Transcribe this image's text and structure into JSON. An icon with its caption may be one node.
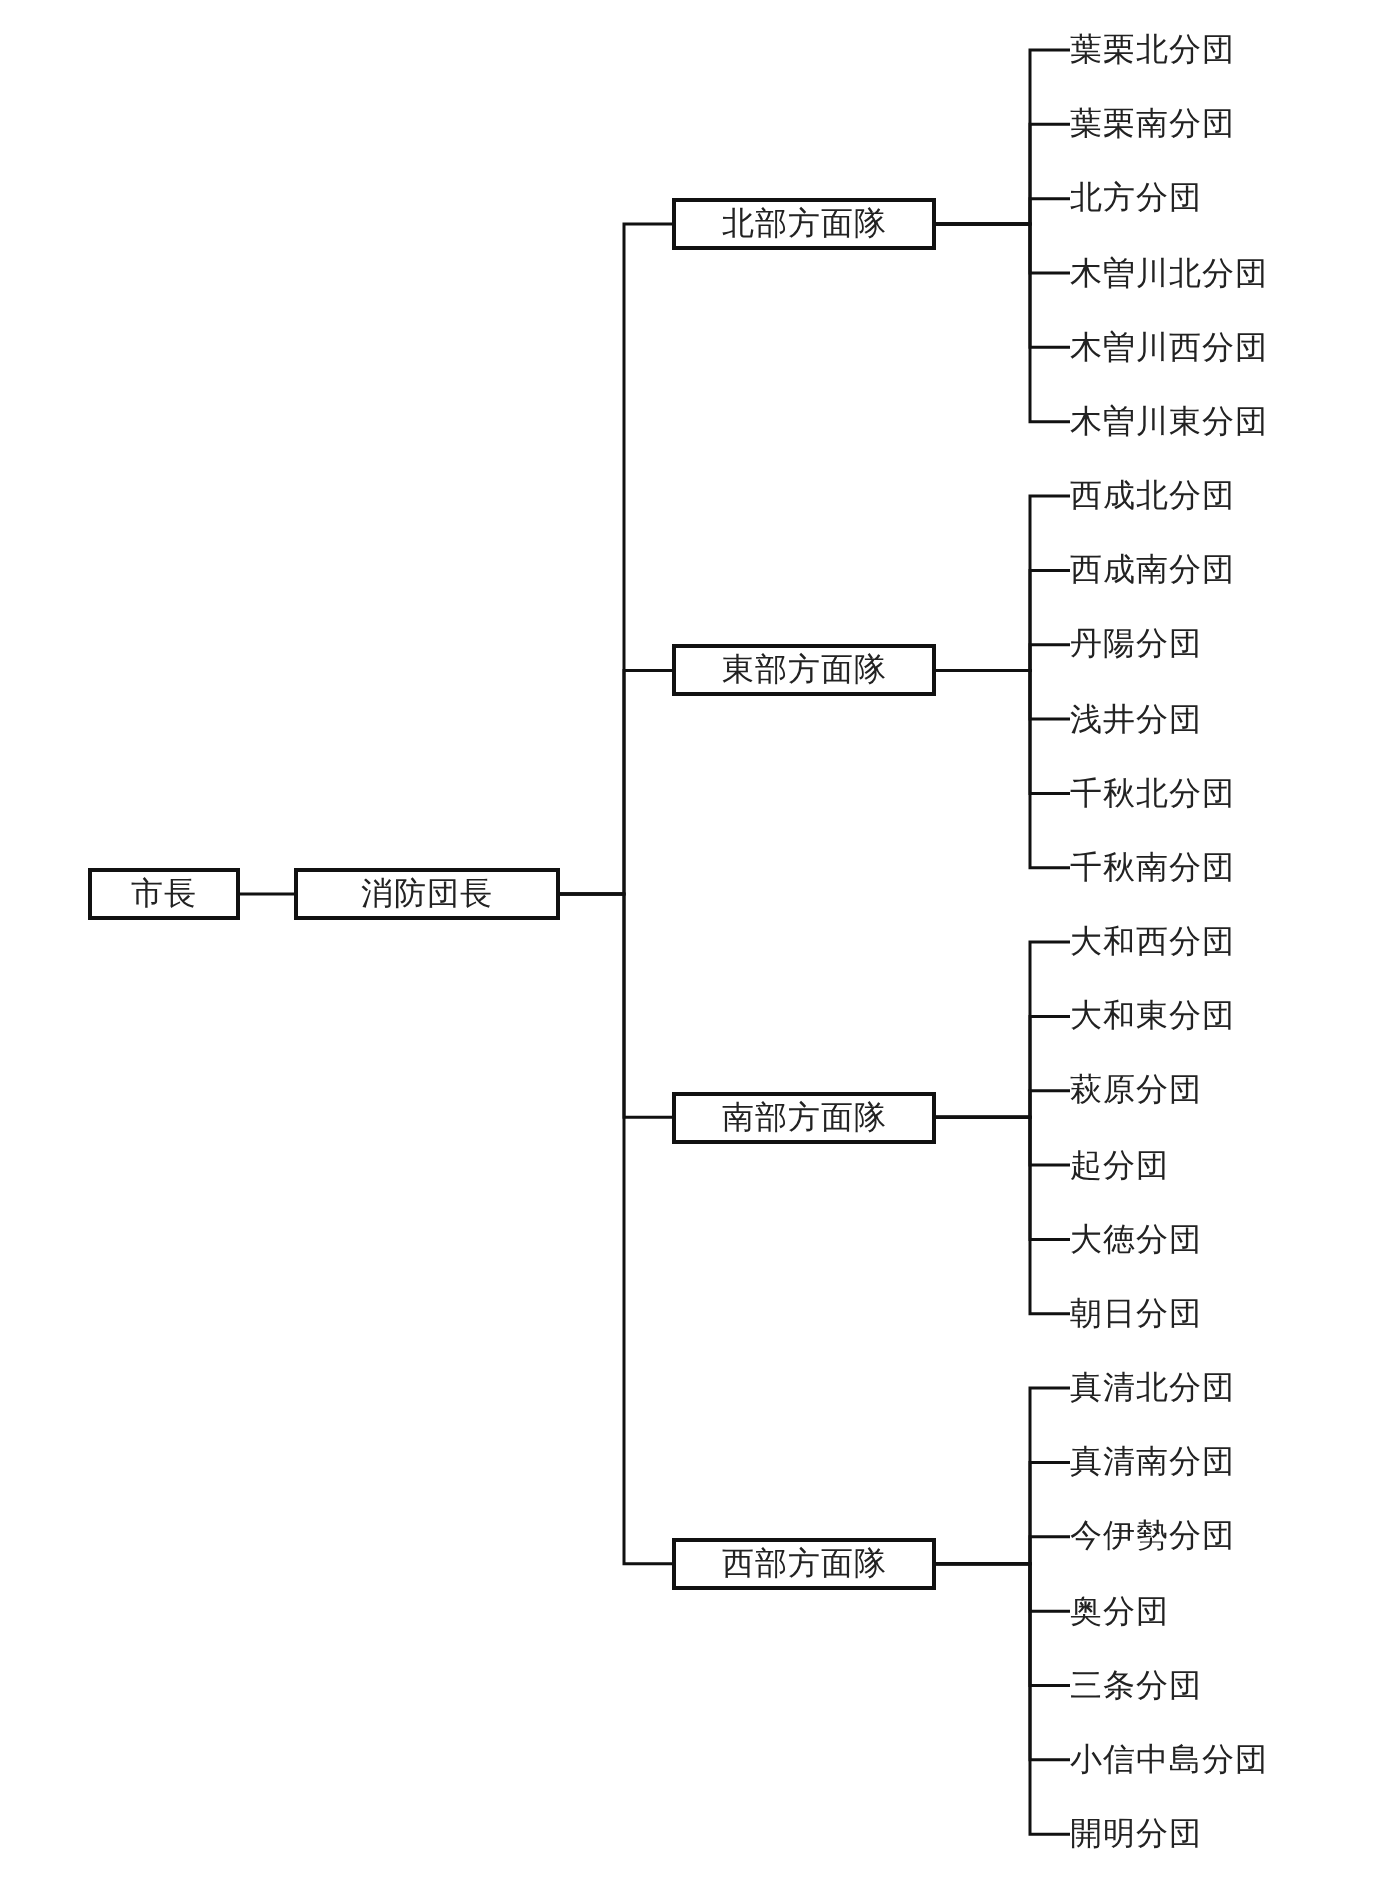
{
  "diagram": {
    "nodes": [
      {
        "text": [
          "市長"
        ]
      },
      {
        "text": [
          "消防団長"
        ]
      },
      {
        "text": [
          "北部方面隊"
        ]
      },
      {
        "text": [
          "葉栗北分団"
        ]
      },
      {
        "text": [
          "葉栗南分団"
        ]
      },
      {
        "text": [
          "北方分団"
        ]
      },
      {
        "text": [
          "木曽川北分団"
        ]
      },
      {
        "text": [
          "木曽川西分団"
        ]
      },
      {
        "text": [
          "木曽川東分団"
        ]
      },
      {
        "text": [
          "東部方面隊"
        ]
      },
      {
        "text": [
          "西成北分団"
        ]
      },
      {
        "text": [
          "西成南分団"
        ]
      },
      {
        "text": [
          "丹陽分団"
        ]
      },
      {
        "text": [
          "浅井分団"
        ]
      },
      {
        "text": [
          "千秋北分団"
        ]
      },
      {
        "text": [
          "千秋南分団"
        ]
      },
      {
        "text": [
          "南部方面隊"
        ]
      },
      {
        "text": [
          "大和西分団"
        ]
      },
      {
        "text": [
          "大和東分団"
        ]
      },
      {
        "text": [
          "萩原分団"
        ]
      },
      {
        "text": [
          "起分団"
        ]
      },
      {
        "text": [
          "大徳分団"
        ]
      },
      {
        "text": [
          "朝日分団"
        ]
      },
      {
        "text": [
          "西部方面隊"
        ]
      },
      {
        "text": [
          "真清北分団"
        ]
      },
      {
        "text": [
          "真清南分団"
        ]
      },
      {
        "text": [
          "今伊勢分団"
        ]
      },
      {
        "text": [
          "奥分団"
        ]
      },
      {
        "text": [
          "三条分団"
        ]
      },
      {
        "text": [
          "小信中島分団"
        ]
      },
      {
        "text": [
          "開明分団"
        ]
      }
    ],
    "edges": [
      {
        "from": 0,
        "to": 1,
        "arrow": "none"
      },
      {
        "from": 1,
        "to": 2,
        "arrow": "none"
      },
      {
        "from": 1,
        "to": 9,
        "arrow": "none"
      },
      {
        "from": 1,
        "to": 16,
        "arrow": "none"
      },
      {
        "from": 1,
        "to": 23,
        "arrow": "none"
      },
      {
        "from": 2,
        "to": 3,
        "arrow": "none"
      },
      {
        "from": 2,
        "to": 4,
        "arrow": "none"
      },
      {
        "from": 2,
        "to": 5,
        "arrow": "none"
      },
      {
        "from": 2,
        "to": 6,
        "arrow": "none"
      },
      {
        "from": 2,
        "to": 7,
        "arrow": "none"
      },
      {
        "from": 2,
        "to": 8,
        "arrow": "none"
      },
      {
        "from": 9,
        "to": 10,
        "arrow": "none"
      },
      {
        "from": 9,
        "to": 11,
        "arrow": "none"
      },
      {
        "from": 9,
        "to": 12,
        "arrow": "none"
      },
      {
        "from": 9,
        "to": 13,
        "arrow": "none"
      },
      {
        "from": 9,
        "to": 14,
        "arrow": "none"
      },
      {
        "from": 9,
        "to": 15,
        "arrow": "none"
      },
      {
        "from": 16,
        "to": 17,
        "arrow": "none"
      },
      {
        "from": 16,
        "to": 18,
        "arrow": "none"
      },
      {
        "from": 16,
        "to": 19,
        "arrow": "none"
      },
      {
        "from": 16,
        "to": 20,
        "arrow": "none"
      },
      {
        "from": 16,
        "to": 21,
        "arrow": "none"
      },
      {
        "from": 16,
        "to": 22,
        "arrow": "none"
      },
      {
        "from": 23,
        "to": 24,
        "arrow": "none"
      },
      {
        "from": 23,
        "to": 25,
        "arrow": "none"
      },
      {
        "from": 23,
        "to": 26,
        "arrow": "none"
      },
      {
        "from": 23,
        "to": 27,
        "arrow": "none"
      },
      {
        "from": 23,
        "to": 28,
        "arrow": "none"
      },
      {
        "from": 23,
        "to": 29,
        "arrow": "none"
      },
      {
        "from": 23,
        "to": 30,
        "arrow": "none"
      }
    ]
  }
}
